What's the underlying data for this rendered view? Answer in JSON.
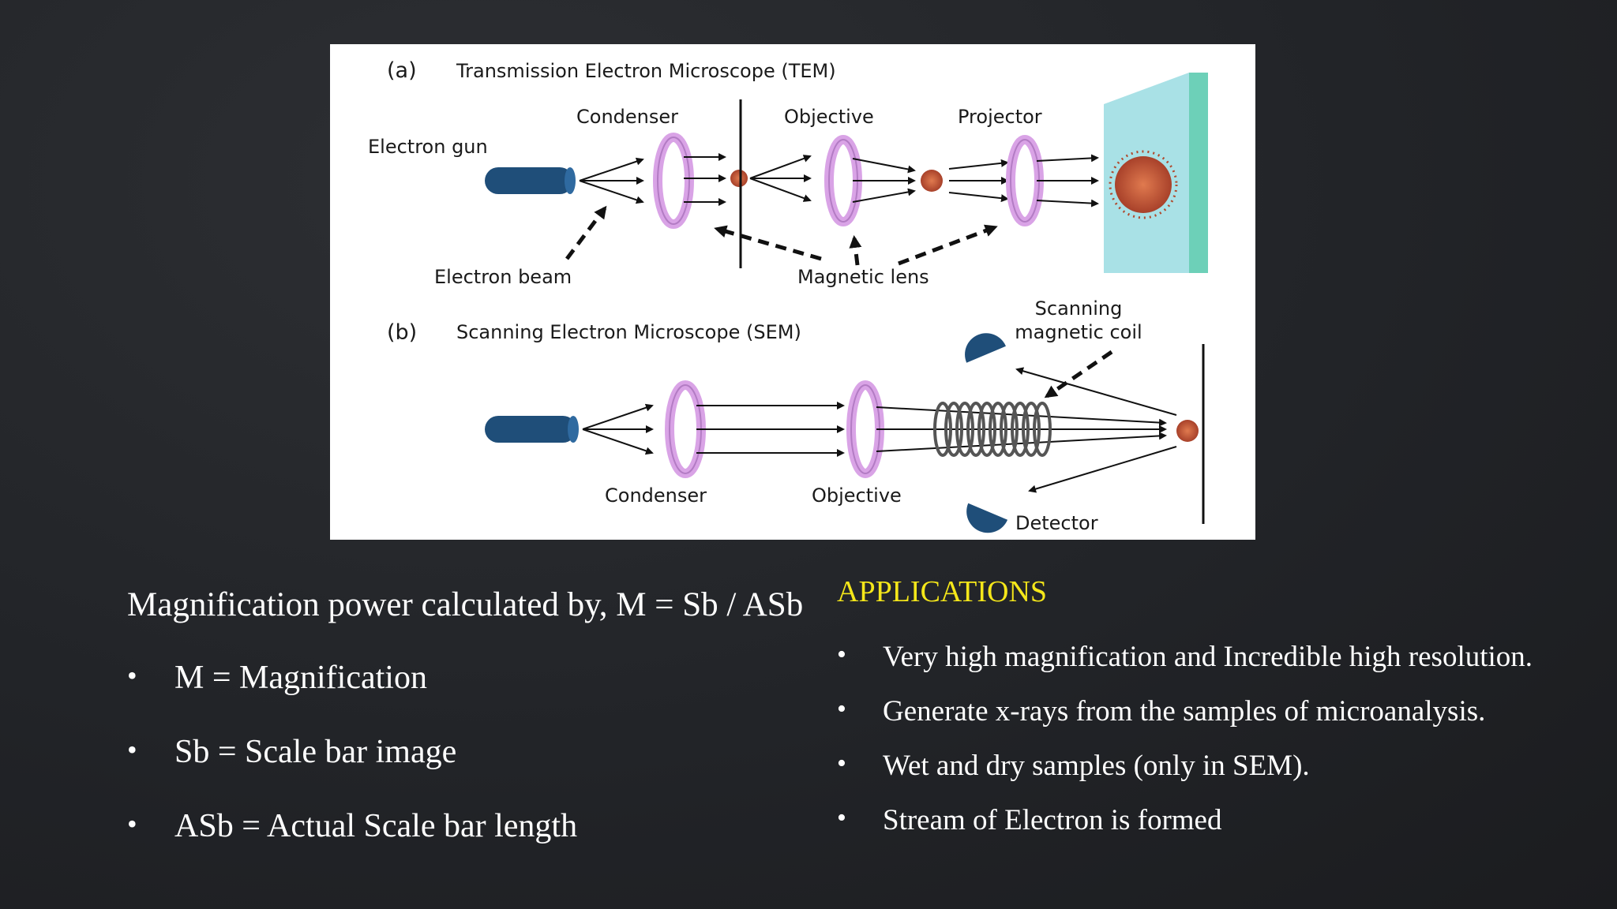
{
  "diagram": {
    "tem": {
      "panel_label": "(a)",
      "title": "Transmission Electron Microscope (TEM)",
      "electron_gun": "Electron gun",
      "condenser": "Condenser",
      "objective": "Objective",
      "projector": "Projector",
      "electron_beam": "Electron beam",
      "magnetic_lens": "Magnetic lens"
    },
    "sem": {
      "panel_label": "(b)",
      "title": "Scanning Electron Microscope (SEM)",
      "scanning_coil_line1": "Scanning",
      "scanning_coil_line2": "magnetic coil",
      "condenser": "Condenser",
      "objective": "Objective",
      "detector": "Detector"
    },
    "colors": {
      "lens": "#d9a3e6",
      "gun": "#1f4e79",
      "screen": "#a9e1e6",
      "specimen": "#c0563a"
    }
  },
  "magnification": {
    "formula": "Magnification power calculated by, M = Sb / ASb",
    "definitions": [
      "M = Magnification",
      "Sb = Scale bar image",
      "ASb = Actual Scale bar length"
    ]
  },
  "applications": {
    "title": "APPLICATIONS",
    "items": [
      "Very high magnification and Incredible high resolution.",
      "Generate x-rays from the samples of microanalysis.",
      "Wet and dry samples (only in SEM).",
      "Stream of Electron is formed"
    ],
    "title_color": "#f5e71a"
  }
}
